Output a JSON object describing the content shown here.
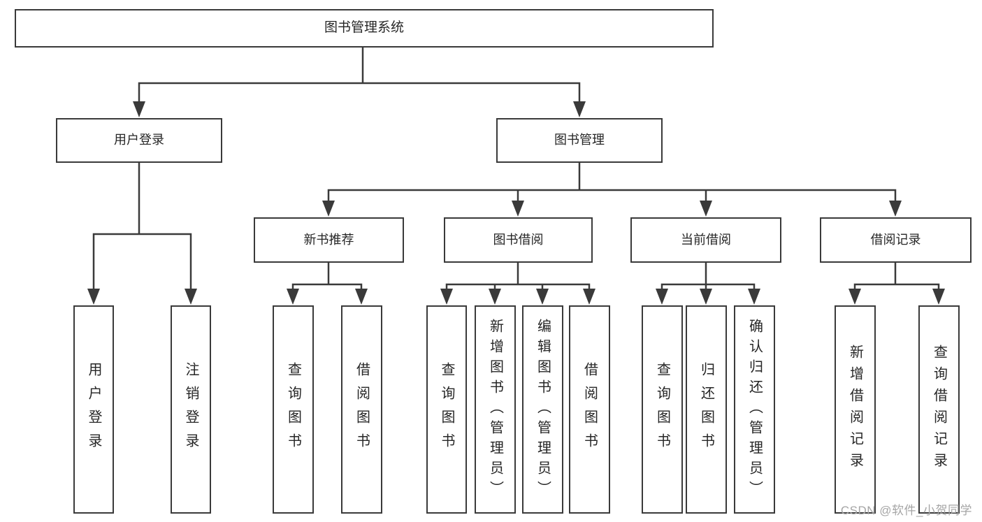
{
  "diagram": {
    "root": {
      "label": "图书管理系统",
      "children": [
        {
          "label": "用户登录",
          "children": [
            {
              "label": "用户登录"
            },
            {
              "label": "注销登录"
            }
          ]
        },
        {
          "label": "图书管理",
          "children": [
            {
              "label": "新书推荐",
              "children": [
                {
                  "label": "查询图书"
                },
                {
                  "label": "借阅图书"
                }
              ]
            },
            {
              "label": "图书借阅",
              "children": [
                {
                  "label": "查询图书"
                },
                {
                  "label": "新增图书（管理员）"
                },
                {
                  "label": "编辑图书（管理员）"
                },
                {
                  "label": "借阅图书"
                }
              ]
            },
            {
              "label": "当前借阅",
              "children": [
                {
                  "label": "查询图书"
                },
                {
                  "label": "归还图书"
                },
                {
                  "label": "确认归还（管理员）"
                }
              ]
            },
            {
              "label": "借阅记录",
              "children": [
                {
                  "label": "新增借阅记录"
                },
                {
                  "label": "查询借阅记录"
                }
              ]
            }
          ]
        }
      ]
    },
    "colors": {
      "line": "#3a3a3a",
      "text": "#262626",
      "watermark": "#a5a5a5",
      "background": "#ffffff"
    }
  },
  "watermark": {
    "text": "CSDN @软件_小贺同学"
  }
}
